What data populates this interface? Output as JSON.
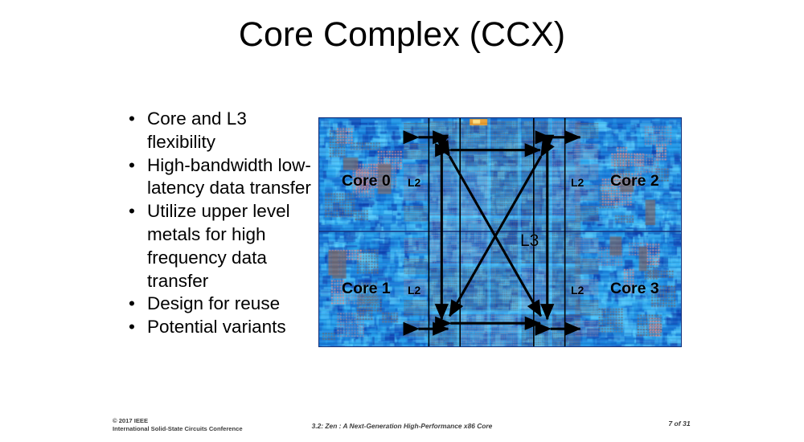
{
  "slide": {
    "title": "Core Complex (CCX)"
  },
  "bullets": [
    {
      "text": "Core and L3 flexibility"
    },
    {
      "text": "High-bandwidth low-latency data transfer"
    },
    {
      "text": "Utilize upper level metals for high frequency data transfer"
    },
    {
      "text": "Design for reuse"
    },
    {
      "text": "Potential variants"
    }
  ],
  "bullet_marker": "•",
  "figure": {
    "name": "ccx-die-photo",
    "alt": "Annotated die photograph of a Zen Core Complex showing four cores, their L2 caches and the shared L3 cache",
    "labels": {
      "core0": "Core 0",
      "core1": "Core 1",
      "core2": "Core 2",
      "core3": "Core 3",
      "l2_core0": "L2",
      "l2_core1": "L2",
      "l2_core2": "L2",
      "l2_core3": "L2",
      "l3": "L3"
    },
    "colors": {
      "die_blue_light": "#29a8f0",
      "die_blue_mid": "#1878d8",
      "die_blue_deep": "#0f3fb0",
      "die_cyan": "#5ad0ff",
      "logic_grey": "#6e6a78",
      "logic_pink": "#e08c8c",
      "sram_violet": "#8e84a8",
      "accent_orange": "#f2a02a",
      "border_navy": "#14307a",
      "annotation_black": "#000000"
    },
    "annotations": {
      "description": "Double-headed arrows forming a rectangle between the four L3 slices with a diagonal X cross, plus short horizontal arrows at each core-to-L3 boundary",
      "arrow_count": 10
    }
  },
  "footer": {
    "copyright_line1": "© 2017 IEEE",
    "copyright_line2": "International Solid-State Circuits Conference",
    "session": "3.2: Zen : A Next-Generation High-Performance x86 Core",
    "page": "7 of 31"
  }
}
